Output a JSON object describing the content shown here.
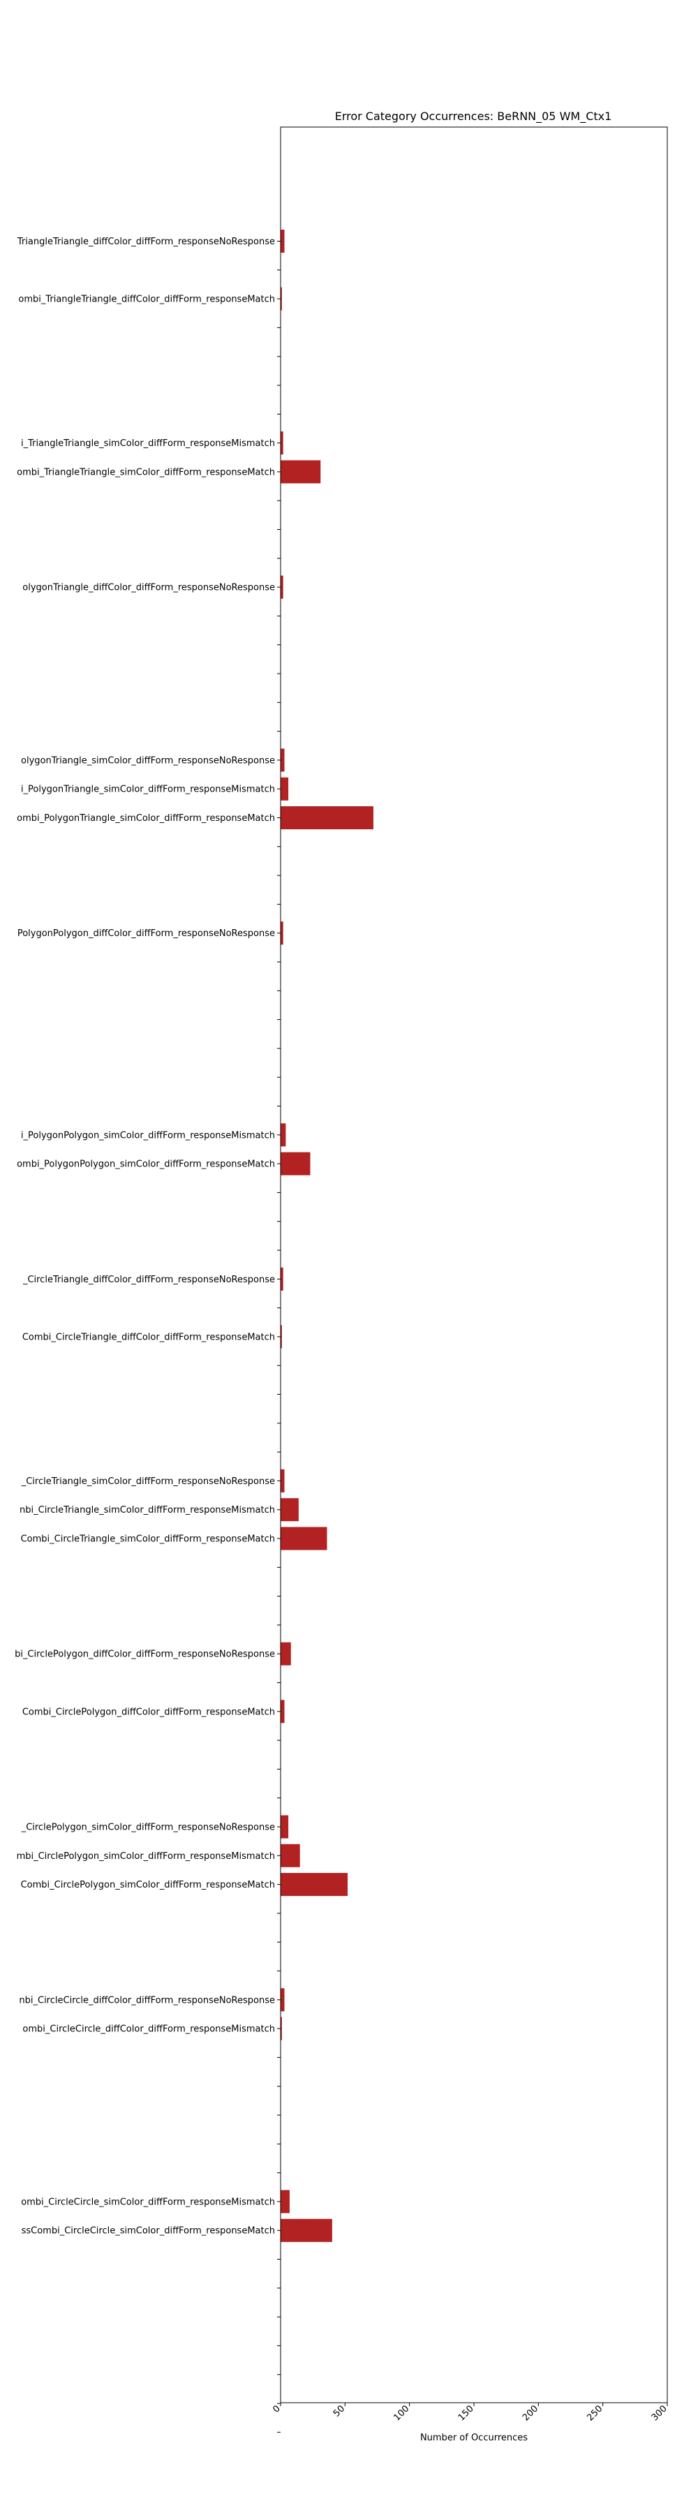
{
  "chart_data": {
    "type": "bar",
    "orientation": "horizontal",
    "title": "Error Category Occurrences: BeRNN_05 WM_Ctx1",
    "xlabel": "Number of Occurrences",
    "ylabel": "",
    "xlim": [
      0,
      300
    ],
    "xticks": [
      "0",
      "50",
      "100",
      "150",
      "200",
      "250",
      "300"
    ],
    "bar_color": "#b22222",
    "grid": false,
    "categories": [
      "TriangleTriangle_diffColor_diffForm_responseNoResponse",
      "",
      "ombi_TriangleTriangle_diffColor_diffForm_responseMatch",
      "",
      "",
      "",
      "",
      "i_TriangleTriangle_simColor_diffForm_responseMismatch",
      "ombi_TriangleTriangle_simColor_diffForm_responseMatch",
      "",
      "",
      "",
      "olygonTriangle_diffColor_diffForm_responseNoResponse",
      "",
      "",
      "",
      "",
      "",
      "olygonTriangle_simColor_diffForm_responseNoResponse",
      "i_PolygonTriangle_simColor_diffForm_responseMismatch",
      "ombi_PolygonTriangle_simColor_diffForm_responseMatch",
      "",
      "",
      "",
      "PolygonPolygon_diffColor_diffForm_responseNoResponse",
      "",
      "",
      "",
      "",
      "",
      "",
      "i_PolygonPolygon_simColor_diffForm_responseMismatch",
      "ombi_PolygonPolygon_simColor_diffForm_responseMatch",
      "",
      "",
      "",
      "_CircleTriangle_diffColor_diffForm_responseNoResponse",
      "",
      "Combi_CircleTriangle_diffColor_diffForm_responseMatch",
      "",
      "",
      "",
      "",
      "_CircleTriangle_simColor_diffForm_responseNoResponse",
      "nbi_CircleTriangle_simColor_diffForm_responseMismatch",
      "Combi_CircleTriangle_simColor_diffForm_responseMatch",
      "",
      "",
      "",
      "bi_CirclePolygon_diffColor_diffForm_responseNoResponse",
      "",
      "Combi_CirclePolygon_diffColor_diffForm_responseMatch",
      "",
      "",
      "",
      "_CirclePolygon_simColor_diffForm_responseNoResponse",
      "mbi_CirclePolygon_simColor_diffForm_responseMismatch",
      "Combi_CirclePolygon_simColor_diffForm_responseMatch",
      "",
      "",
      "",
      "nbi_CircleCircle_diffColor_diffForm_responseNoResponse",
      "ombi_CircleCircle_diffColor_diffForm_responseMismatch",
      "",
      "",
      "",
      "",
      "",
      "ombi_CircleCircle_simColor_diffForm_responseMismatch",
      "ssCombi_CircleCircle_simColor_diffForm_responseMatch",
      "",
      "",
      "",
      "",
      "",
      "",
      ""
    ],
    "values": [
      3,
      0,
      1,
      0,
      0,
      0,
      0,
      2,
      31,
      0,
      0,
      0,
      2,
      0,
      0,
      0,
      0,
      0,
      3,
      6,
      72,
      0,
      0,
      0,
      2,
      0,
      0,
      0,
      0,
      0,
      0,
      4,
      23,
      0,
      0,
      0,
      2,
      0,
      1,
      0,
      0,
      0,
      0,
      3,
      14,
      36,
      0,
      0,
      0,
      8,
      0,
      3,
      0,
      0,
      0,
      6,
      15,
      52,
      0,
      0,
      0,
      3,
      1,
      0,
      0,
      0,
      0,
      0,
      7,
      40,
      0,
      0,
      0,
      0,
      0,
      0,
      0
    ]
  }
}
